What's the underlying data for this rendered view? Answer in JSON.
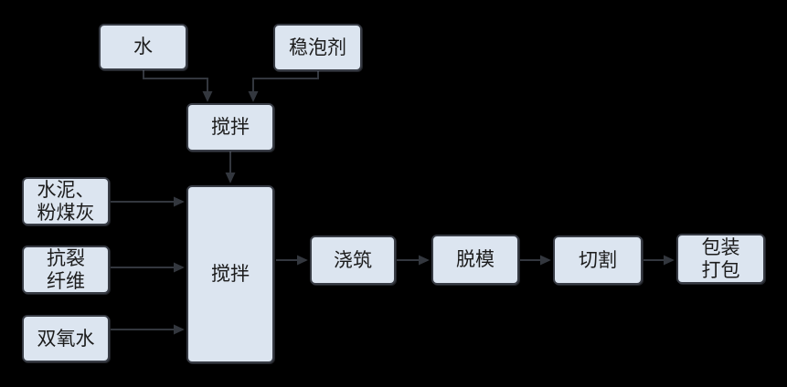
{
  "diagram": {
    "colors": {
      "background": "#000000",
      "node_fill": "#dce5f0",
      "node_border": "#383c45",
      "arrow": "#33373e",
      "text": "#1c1c1c"
    },
    "nodes": {
      "water": "水",
      "stabilizer": "稳泡剂",
      "mix_top": "搅拌",
      "cement_flyash": "水泥、\n粉煤灰",
      "fiber": "抗裂\n纤维",
      "peroxide": "双氧水",
      "mix_main": "搅拌",
      "pouring": "浇筑",
      "demolding": "脱模",
      "cutting": "切割",
      "packing": "包装\n打包"
    },
    "edges": [
      {
        "from": "water",
        "to": "mix_top"
      },
      {
        "from": "stabilizer",
        "to": "mix_top"
      },
      {
        "from": "mix_top",
        "to": "mix_main"
      },
      {
        "from": "cement_flyash",
        "to": "mix_main"
      },
      {
        "from": "fiber",
        "to": "mix_main"
      },
      {
        "from": "peroxide",
        "to": "mix_main"
      },
      {
        "from": "mix_main",
        "to": "pouring"
      },
      {
        "from": "pouring",
        "to": "demolding"
      },
      {
        "from": "demolding",
        "to": "cutting"
      },
      {
        "from": "cutting",
        "to": "packing"
      }
    ]
  }
}
